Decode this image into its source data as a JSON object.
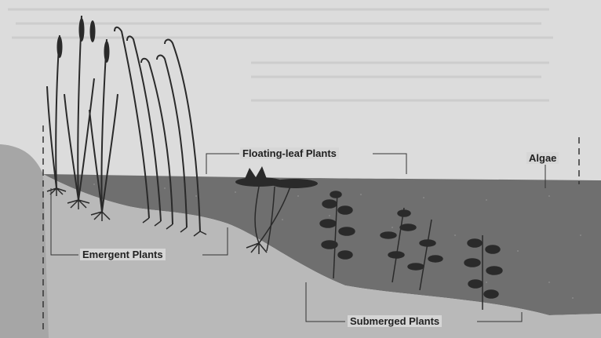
{
  "labels": {
    "floating": "Floating-leaf Plants",
    "algae": "Algae",
    "emergent": "Emergent Plants",
    "submerged": "Submerged Plants"
  },
  "colors": {
    "background": "#dcdcdc",
    "water": "#6f6f6f",
    "lakebed": "#b9b9b9",
    "shore": "#a6a6a6",
    "plants": "#2a2a2a"
  }
}
